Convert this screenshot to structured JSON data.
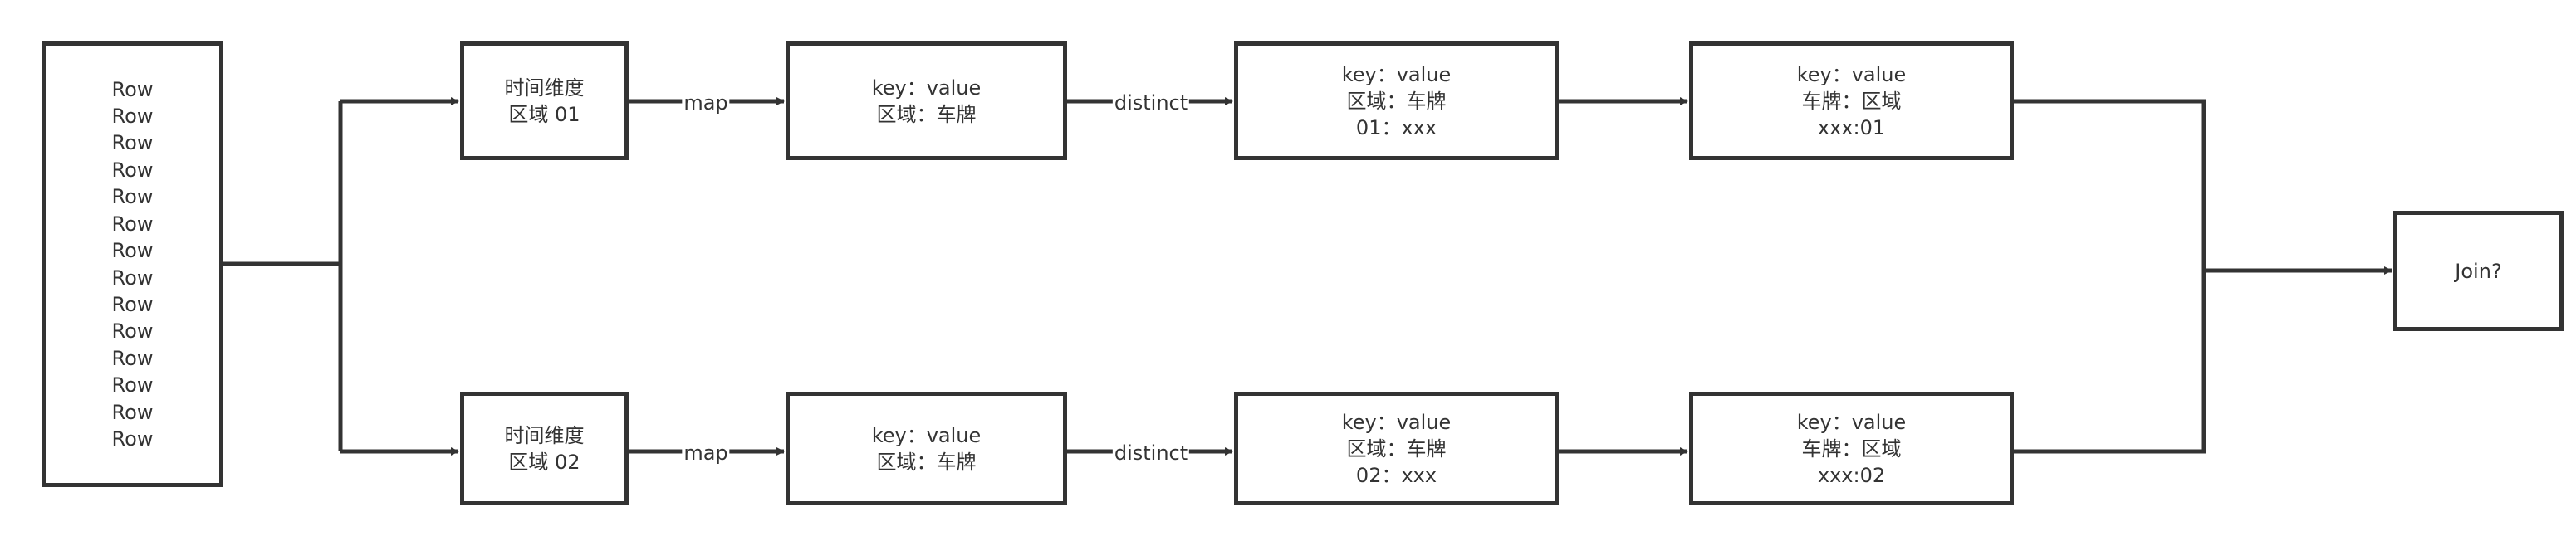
{
  "source": {
    "rows": [
      "Row",
      "Row",
      "Row",
      "Row",
      "Row",
      "Row",
      "Row",
      "Row",
      "Row",
      "Row",
      "Row",
      "Row",
      "Row",
      "Row"
    ]
  },
  "branches": [
    {
      "split": {
        "line1": "时间维度",
        "line2": "区域 01"
      },
      "map_label": "map",
      "mapped": {
        "line1": "key：value",
        "line2": "区域：车牌"
      },
      "distinct_label": "distinct",
      "distinct": {
        "line1": "key：value",
        "line2": "区域：车牌",
        "line3": "01：xxx"
      },
      "swapped": {
        "line1": "key：value",
        "line2": "车牌：区域",
        "line3": "xxx:01"
      }
    },
    {
      "split": {
        "line1": "时间维度",
        "line2": "区域 02"
      },
      "map_label": "map",
      "mapped": {
        "line1": "key：value",
        "line2": "区域：车牌"
      },
      "distinct_label": "distinct",
      "distinct": {
        "line1": "key：value",
        "line2": "区域：车牌",
        "line3": "02：xxx"
      },
      "swapped": {
        "line1": "key：value",
        "line2": "车牌：区域",
        "line3": "xxx:02"
      }
    }
  ],
  "join": {
    "label": "Join?"
  },
  "colors": {
    "stroke": "#333333",
    "background": "#ffffff"
  }
}
